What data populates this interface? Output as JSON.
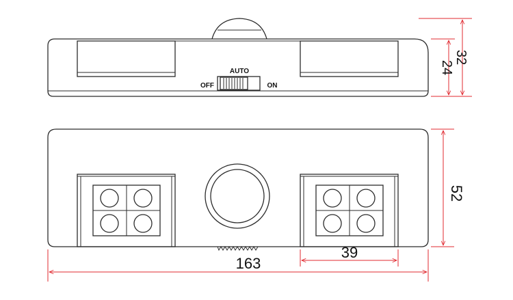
{
  "switch": {
    "auto_label": "AUTO",
    "off_label": "OFF",
    "on_label": "ON"
  },
  "dimensions": {
    "total_height": "32",
    "body_height": "24",
    "depth": "52",
    "length": "163",
    "led_module_width": "39"
  },
  "colors": {
    "outline": "#2b2b2b",
    "dimension_line": "#e0282f",
    "background": "#ffffff"
  }
}
